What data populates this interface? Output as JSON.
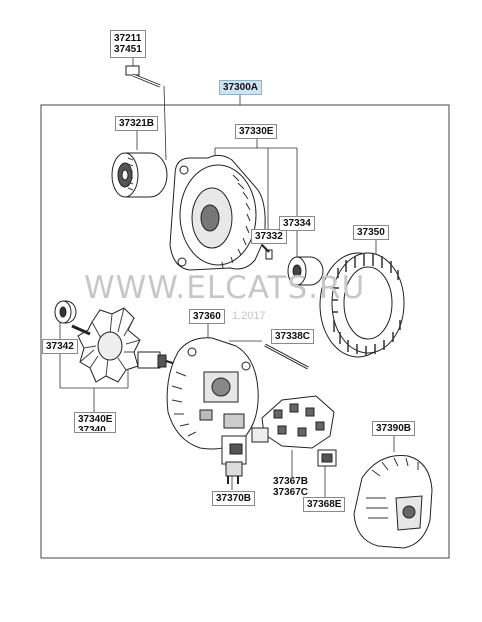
{
  "assembly_label": "37300A",
  "watermark": {
    "text": "WWW.ELCATS.RU",
    "date": "1.2017"
  },
  "labels": {
    "bolt_a": "37211",
    "bolt_b": "37451",
    "pulley": "37321B",
    "front_bracket": "37330E",
    "screw": "37332",
    "bearing_front": "37334",
    "stator": "37350",
    "bearing_rear": "37342",
    "rotor_a": "37340E",
    "rotor_b": "37340",
    "rear_bracket": "37360",
    "through_bolt": "37338C",
    "regulator": "37370B",
    "rectifier_a": "37367B",
    "rectifier_b": "37367C",
    "brush_holder": "37368E",
    "rear_cover": "37390B"
  }
}
